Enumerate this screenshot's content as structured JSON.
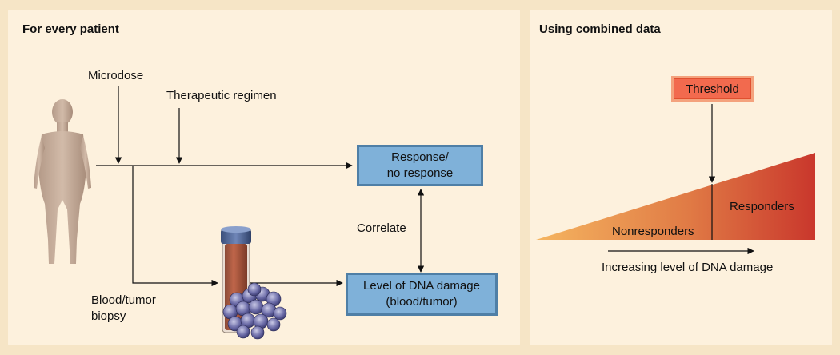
{
  "left_panel": {
    "title": "For every patient",
    "microdose": "Microdose",
    "therapeutic_regimen": "Therapeutic regimen",
    "response_box": [
      "Response/",
      "no response"
    ],
    "correlate": "Correlate",
    "dna_box": [
      "Level of DNA damage",
      "(blood/tumor)"
    ],
    "biopsy": [
      "Blood/tumor",
      "biopsy"
    ]
  },
  "right_panel": {
    "title": "Using combined data",
    "threshold": "Threshold",
    "nonresponders": "Nonresponders",
    "responders": "Responders",
    "axis_label": "Increasing level of DNA damage"
  },
  "colors": {
    "background": "#f6e5c6",
    "panel": "#fdf1dd",
    "box_fill": "#7fb1d9",
    "box_border": "#4f7fa6",
    "threshold_fill": "#f26a4e",
    "gradient_start": "#f5b560",
    "gradient_end": "#c9372c"
  }
}
